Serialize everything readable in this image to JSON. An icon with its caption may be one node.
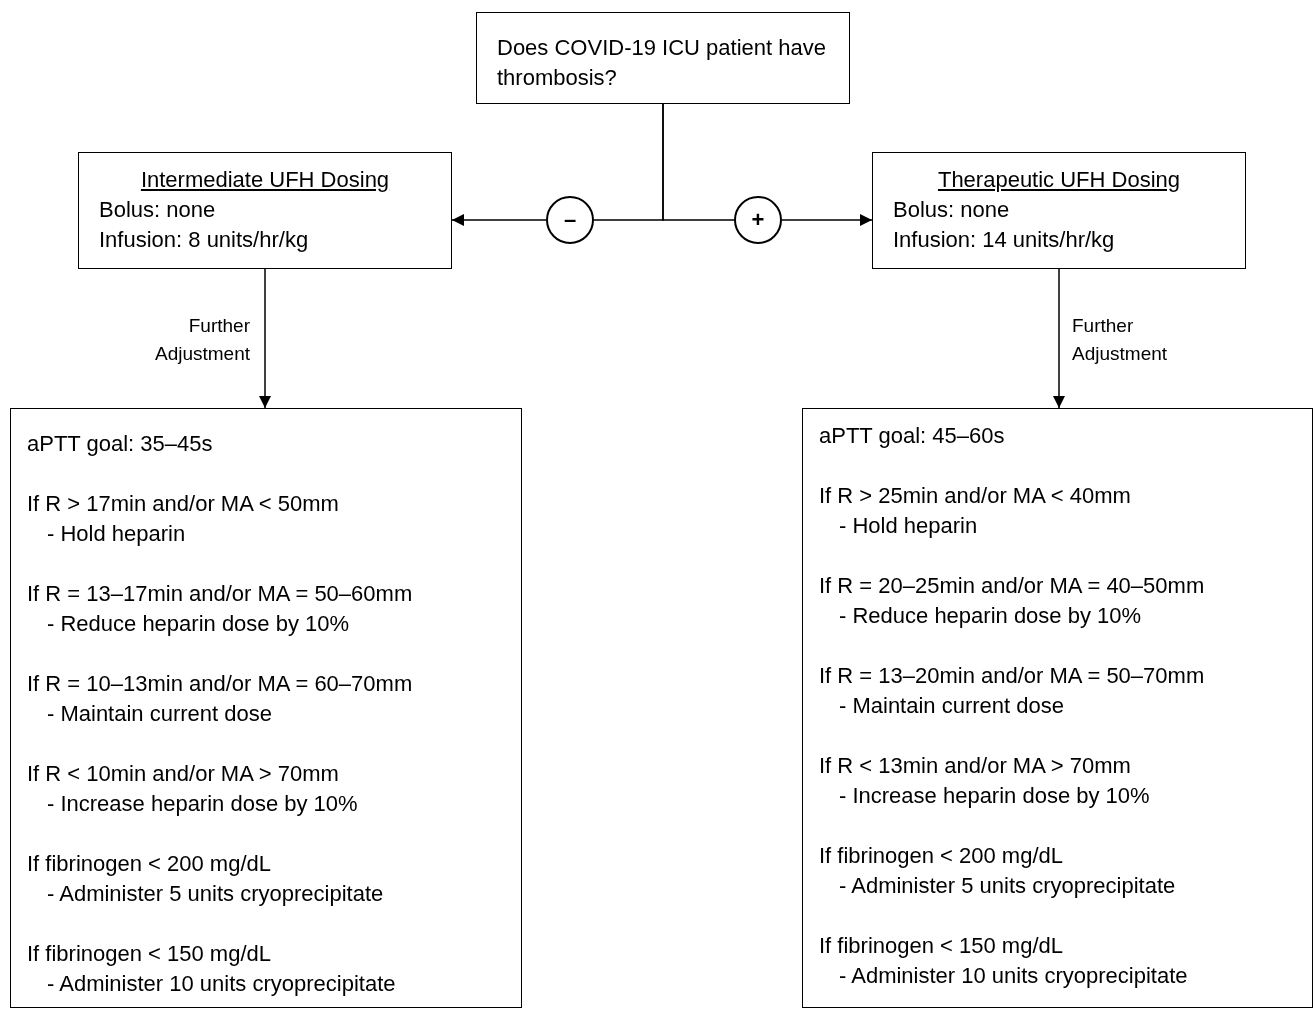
{
  "diagram": {
    "nodes": [
      {
        "text": [
          "Does COVID-19 ICU patient have thrombosis?"
        ]
      },
      {
        "text": [
          "–"
        ]
      },
      {
        "text": [
          "+"
        ]
      },
      {
        "text": [
          "Intermediate UFH Dosing",
          "Bolus: none",
          "Infusion: 8 units/hr/kg"
        ]
      },
      {
        "text": [
          "Therapeutic UFH Dosing",
          "Bolus: none",
          "Infusion: 14 units/hr/kg"
        ]
      },
      {
        "text": [
          "aPTT goal: 35–45s",
          "If R > 17min and/or MA < 50mm",
          "- Hold heparin",
          "If R = 13–17min and/or MA = 50–60mm",
          "- Reduce heparin dose by 10%",
          "If R = 10–13min and/or MA = 60–70mm",
          "- Maintain current dose",
          "If R < 10min and/or MA > 70mm",
          "- Increase heparin dose by 10%",
          "If fibrinogen < 200 mg/dL",
          "- Administer 5 units cryoprecipitate",
          "If fibrinogen < 150 mg/dL",
          "- Administer 10 units cryoprecipitate"
        ]
      },
      {
        "text": [
          "aPTT goal: 45–60s",
          "If R > 25min and/or MA < 40mm",
          "- Hold heparin",
          "If R = 20–25min and/or MA = 40–50mm",
          "- Reduce heparin dose by 10%",
          "If R = 13–20min and/or MA = 50–70mm",
          "- Maintain current dose",
          "If R < 13min and/or MA > 70mm",
          "- Increase heparin dose by 10%",
          "If fibrinogen < 200 mg/dL",
          "- Administer 5 units cryoprecipitate",
          "If fibrinogen < 150 mg/dL",
          "- Administer 10 units cryoprecipitate"
        ]
      }
    ],
    "edges": [
      {
        "from": 0,
        "to": 1,
        "arrow": "none"
      },
      {
        "from": 1,
        "to": 3,
        "arrow": "to"
      },
      {
        "from": 0,
        "to": 2,
        "arrow": "none"
      },
      {
        "from": 2,
        "to": 4,
        "arrow": "to"
      },
      {
        "from": 3,
        "to": 5,
        "arrow": "to",
        "label": "Further Adjustment"
      },
      {
        "from": 4,
        "to": 6,
        "arrow": "to",
        "label": "Further Adjustment"
      }
    ]
  }
}
